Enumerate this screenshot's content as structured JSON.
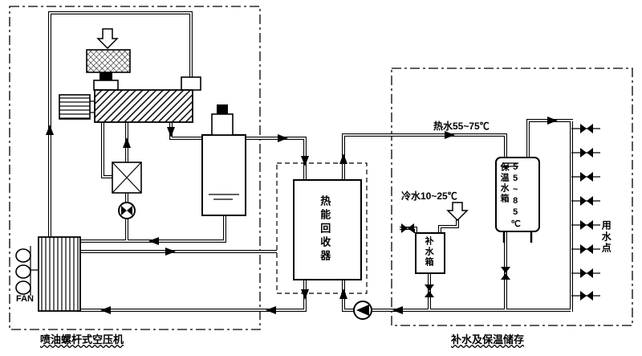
{
  "colors": {
    "line": "#000000",
    "background": "#ffffff"
  },
  "left_section": {
    "label": "喷油螺杆式空压机",
    "fan_label": "FAN"
  },
  "recovery": {
    "label": "热能回收器"
  },
  "right_section": {
    "label": "补水及保温储存",
    "hot_water_label": "热水55~75℃",
    "cold_water_label": "冷水10~25℃",
    "insulated_tank_name": "保温水箱",
    "insulated_tank_temp": "55~85℃",
    "makeup_tank_label": "补水箱",
    "use_points_label": "用水点"
  }
}
